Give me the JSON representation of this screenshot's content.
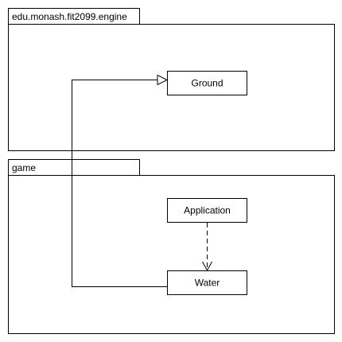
{
  "packages": {
    "engine": {
      "label": "edu.monash.fit2099.engine"
    },
    "game": {
      "label": "game"
    }
  },
  "classes": {
    "ground": {
      "label": "Ground"
    },
    "application": {
      "label": "Application"
    },
    "water": {
      "label": "Water"
    }
  },
  "relations": [
    {
      "type": "generalization",
      "from": "Water",
      "to": "Ground"
    },
    {
      "type": "dependency",
      "from": "Application",
      "to": "Water"
    }
  ]
}
